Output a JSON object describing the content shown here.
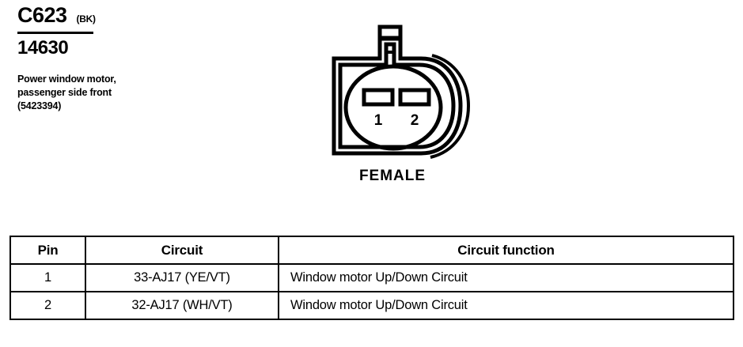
{
  "connector": {
    "id": "C623",
    "color_code": "(BK)",
    "part_number": "14630",
    "description": "Power window motor, passenger side front (5423394)",
    "gender_label": "FEMALE",
    "pin_markers": [
      "1",
      "2"
    ]
  },
  "table": {
    "headers": [
      "Pin",
      "Circuit",
      "Circuit function"
    ],
    "rows": [
      {
        "pin": "1",
        "circuit": "33-AJ17 (YE/VT)",
        "function": "Window motor Up/Down Circuit"
      },
      {
        "pin": "2",
        "circuit": "32-AJ17 (WH/VT)",
        "function": "Window motor Up/Down Circuit"
      }
    ]
  },
  "colors": {
    "ink": "#000000",
    "paper": "#ffffff"
  }
}
